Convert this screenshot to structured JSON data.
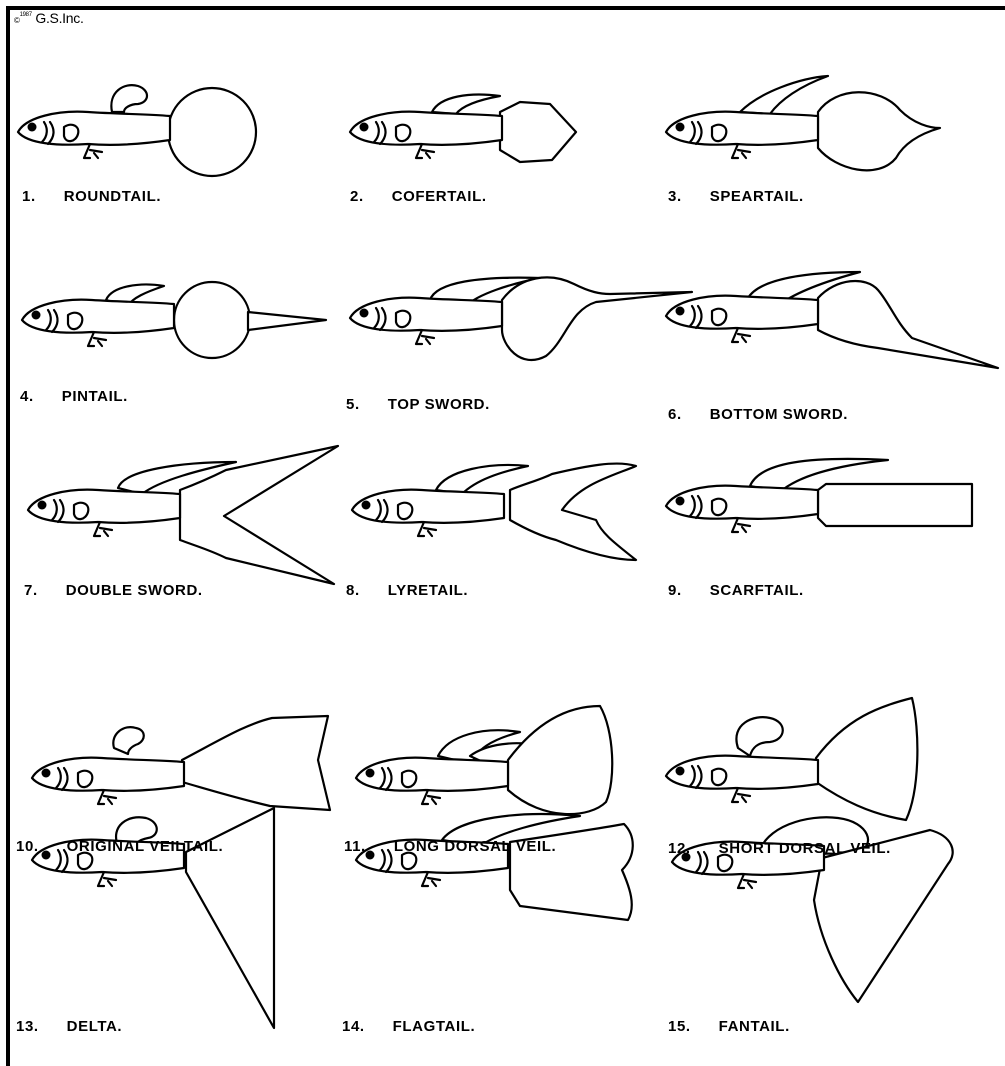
{
  "copyright": {
    "symbol": "©",
    "year": "1987",
    "owner": "G.S.Inc."
  },
  "varieties": [
    {
      "number": "1.",
      "name": "ROUNDTAIL."
    },
    {
      "number": "2.",
      "name": "COFERTAIL."
    },
    {
      "number": "3.",
      "name": "SPEARTAIL."
    },
    {
      "number": "4.",
      "name": "PINTAIL."
    },
    {
      "number": "5.",
      "name": "TOP SWORD."
    },
    {
      "number": "6.",
      "name": "BOTTOM SWORD."
    },
    {
      "number": "7.",
      "name": "DOUBLE SWORD."
    },
    {
      "number": "8.",
      "name": "LYRETAIL."
    },
    {
      "number": "9.",
      "name": "SCARFTAIL."
    },
    {
      "number": "10.",
      "name": "ORIGINAL VEILTAIL."
    },
    {
      "number": "11.",
      "name": "LONG DORSAL VEIL."
    },
    {
      "number": "12.",
      "name": "SHORT DORSAL VEIL."
    },
    {
      "number": "13.",
      "name": "DELTA."
    },
    {
      "number": "14.",
      "name": "FLAGTAIL."
    },
    {
      "number": "15.",
      "name": "FANTAIL."
    }
  ]
}
